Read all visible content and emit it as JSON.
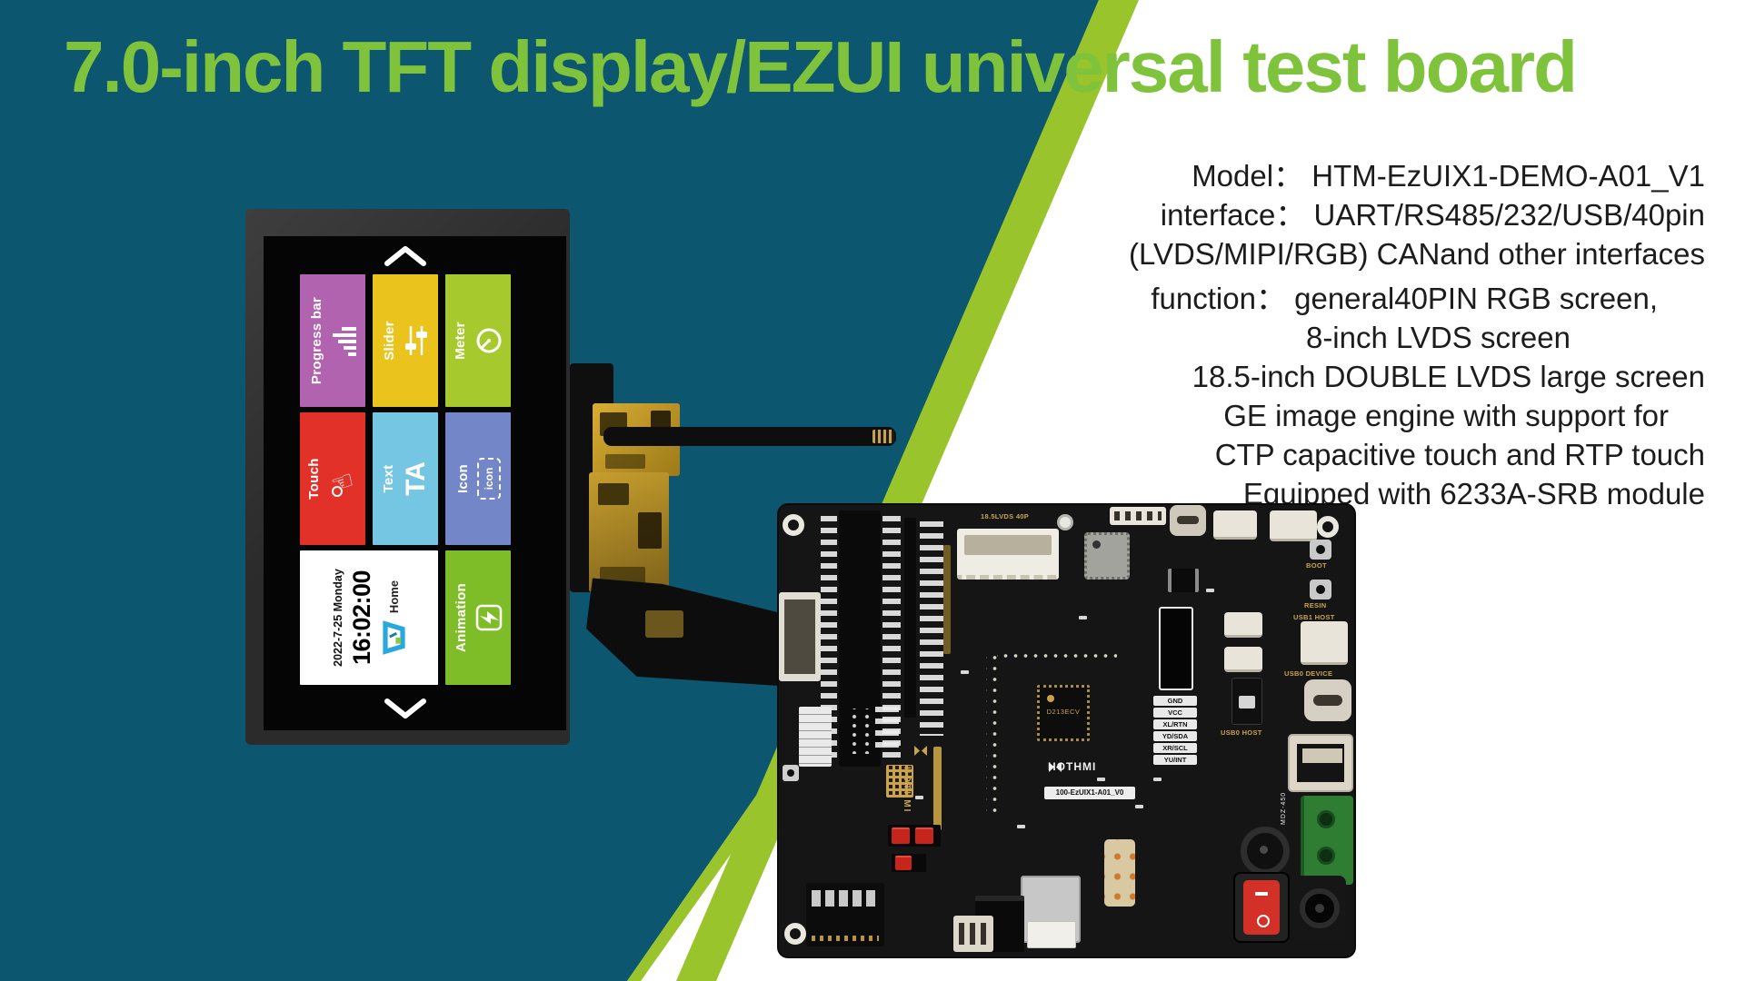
{
  "title": "7.0-inch TFT display/EZUI universal test board",
  "colors": {
    "teal_background": "#0d5670",
    "green_stripe": "#9ac42c",
    "title_green": "#7fc33c"
  },
  "specs": {
    "lines": [
      "Model： HTM-EzUIX1-DEMO-A01_V1",
      "interface： UART/RS485/232/USB/40pin",
      "(LVDS/MIPI/RGB)  CANand other interfaces",
      "function： general40PIN RGB screen,",
      "8-inch LVDS screen",
      "18.5-inch DOUBLE LVDS large screen",
      "GE image engine with support for",
      "CTP capacitive touch and RTP touch",
      "Equipped with 6233A-SRB module"
    ]
  },
  "display": {
    "tiles": [
      {
        "label": "Progress bar",
        "color": "#b263af"
      },
      {
        "label": "Slider",
        "color": "#eac41c"
      },
      {
        "label": "Meter",
        "color": "#a6ca2d"
      },
      {
        "label": "Touch",
        "color": "#e23128"
      },
      {
        "label": "Text",
        "color": "#74c6e3",
        "glyph": "TA"
      },
      {
        "label": "Icon",
        "color": "#7386c8",
        "box_text": "icon"
      },
      {
        "label": "Animation",
        "color": "#7fbd28"
      }
    ],
    "clock": {
      "date": "2022-7-25 Monday",
      "time": "16:02:00",
      "home": "Home"
    }
  },
  "board": {
    "touch_pins": [
      "GND",
      "VCC",
      "XL/RTN",
      "YD/SDA",
      "XR/SCL",
      "YU/INT"
    ],
    "labels": {
      "boot": "BOOT",
      "resin": "RESIN",
      "usb0_host": "USB0 HOST",
      "usb0_device": "USB0 DEVICE",
      "usb1_host": "USB1 HOST",
      "lvds_40p": "18.5LVDS 40P",
      "hothmi": "HOTHMI",
      "board_model": "100-EzUIX1-A01_V0",
      "mcu": "D213ECV",
      "terminal": "MDZ-450"
    }
  }
}
